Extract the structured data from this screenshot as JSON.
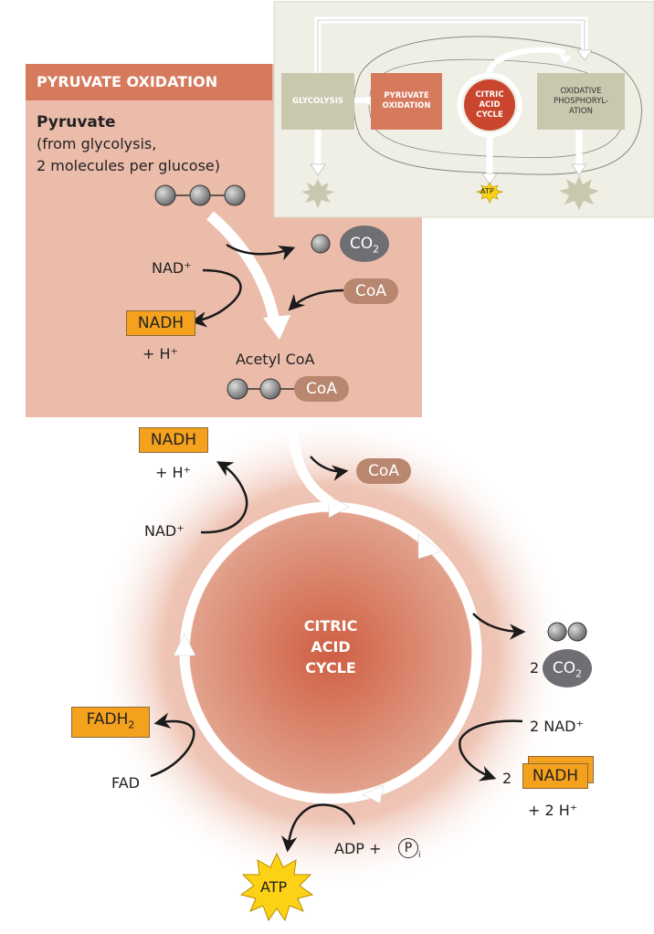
{
  "panel": {
    "title": "PYRUVATE OXIDATION",
    "pyruvate_label": "Pyruvate",
    "pyruvate_note_1": "(from glycolysis,",
    "pyruvate_note_2": "2 molecules per glucose)",
    "nad": "NAD⁺",
    "nadh": "NADH",
    "h_plus": "+ H⁺",
    "co2_main": "CO",
    "co2_sub": "2",
    "coa_in": "CoA",
    "acetyl_coa": "Acetyl CoA",
    "acetyl_coa_tag": "CoA"
  },
  "inset": {
    "glycolysis": "GLYCOLYSIS",
    "pyruvate_oxidation_1": "PYRUVATE",
    "pyruvate_oxidation_2": "OXIDATION",
    "citric_1": "CITRIC",
    "citric_2": "ACID",
    "citric_3": "CYCLE",
    "oxphos_1": "OXIDATIVE",
    "oxphos_2": "PHOSPHORYL-",
    "oxphos_3": "ATION",
    "atp": "ATP"
  },
  "cycle": {
    "center_1": "CITRIC",
    "center_2": "ACID",
    "center_3": "CYCLE",
    "coa_out": "CoA",
    "nadh_top": "NADH",
    "h_plus_top": "+ H⁺",
    "nad_top": "NAD⁺",
    "co2_count": "2",
    "co2_main": "CO",
    "co2_sub": "2",
    "nad_right": "2 NAD⁺",
    "nadh_right_count": "2",
    "nadh_right": "NADH",
    "h_plus_right": "+ 2 H⁺",
    "fadh2_main": "FADH",
    "fadh2_sub": "2",
    "fad": "FAD",
    "adp_pi": "ADP +",
    "pi_symbol": "P",
    "pi_sub": "i",
    "atp": "ATP"
  },
  "colors": {
    "panel_bg": "#ecbcab",
    "panel_header": "#d67a5e",
    "inset_bg": "#f0efe6",
    "nadh_orange": "#f4a11d",
    "coa_brown": "#b9876f",
    "co2_gray": "#6e6e73",
    "cycle_red": "#cf5e43",
    "atp_yellow": "#fcd116"
  }
}
